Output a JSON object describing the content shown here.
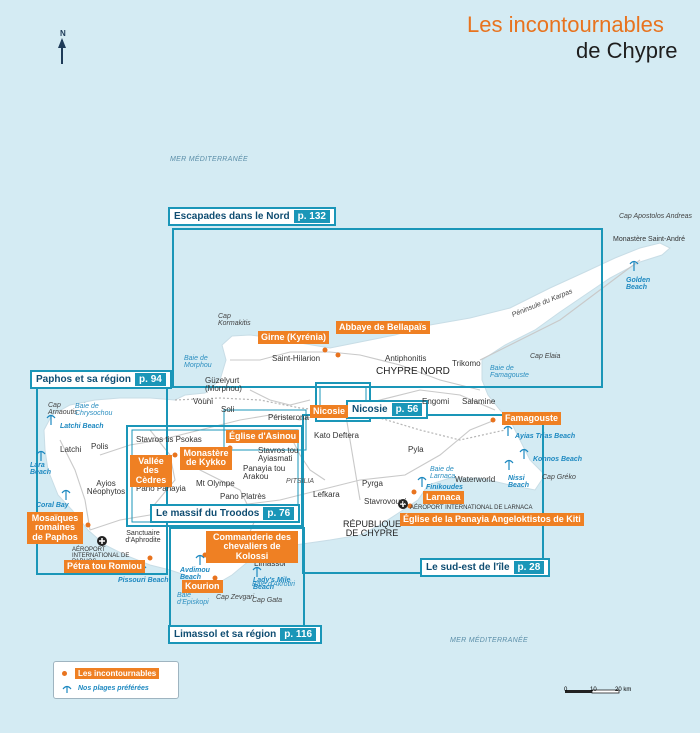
{
  "title": {
    "line1": "Les incontournables",
    "line2": "de Chypre"
  },
  "north": "N",
  "seas": [
    "MER MÉDITERRANÉE",
    "MER MÉDITERRANÉE"
  ],
  "regions": {
    "north": {
      "label": "Escapades dans le Nord",
      "page": "p. 132"
    },
    "paphos": {
      "label": "Paphos et sa région",
      "page": "p. 94"
    },
    "nicosia": {
      "label": "Nicosie",
      "page": "p. 56"
    },
    "troodos": {
      "label": "Le massif du Troodos",
      "page": "p. 76"
    },
    "southeast": {
      "label": "Le sud-est de l'île",
      "page": "p. 28"
    },
    "limassol": {
      "label": "Limassol et sa région",
      "page": "p. 116"
    }
  },
  "highlights": {
    "girne": "Girne (Kyrénia)",
    "bellapais": "Abbaye de Bellapaïs",
    "nicosie": "Nicosie",
    "famagouste": "Famagouste",
    "asinou": "Église d'Asinou",
    "cedres": "Vallée des Cèdres",
    "kykko": "Monastère de Kykko",
    "mosaiques": "Mosaïques romaines de Paphos",
    "petra": "Pétra tou Romiou",
    "kolossi": "Commanderie des chevaliers de Kolossi",
    "kourion": "Kourion",
    "larnaca": "Larnaca",
    "kiti": "Église de la Panayia Angeloktistos de Kiti"
  },
  "places": {
    "cap_apostolos": "Cap Apostolos Andreas",
    "monastere_saint_andre": "Monastère Saint-André",
    "karpas": "Péninsule du Karpas",
    "cap_elaia": "Cap Elaia",
    "baie_famagouste": "Baie de Famagouste",
    "trikomo": "Trikomo",
    "antiphonitis": "Antiphonitis",
    "chypre_nord": "CHYPRE NORD",
    "saint_hilarion": "Saint-Hilarion",
    "cap_kormakitis": "Cap Kormakitis",
    "baie_morphou": "Baie de Morphou",
    "guzelyurt": "Güzelyurt (Morphou)",
    "vouni": "Vouni",
    "soli": "Soli",
    "peristerona": "Péristerona",
    "engomi": "Engomi",
    "salamine": "Salamine",
    "kato_deftera": "Kato Deftera",
    "stavros_psokas": "Stavros tis Psokas",
    "stavros_agiasmati": "Stavros tou Ayiasmati",
    "panayia_arakou": "Panayia tou Arakou",
    "mont_olympe": "Mt Olympe",
    "pano_platres": "Pano Platrès",
    "pano_panayia": "Pano Panayia",
    "pitsilia": "PITSILIA",
    "pyla": "Pyla",
    "pyrga": "Pyrga",
    "lefkara": "Lefkara",
    "stavrovouni": "Stavrovouni",
    "waterworld": "Waterworld",
    "cap_greko": "Cap Gréko",
    "baie_larnaca": "Baie de Larnaca",
    "republique": "RÉPUBLIQUE DE CHYPRE",
    "airport_larnaca": "AÉROPORT INTERNATIONAL DE LARNACA",
    "cap_arnaoutis": "Cap Arnaoutis",
    "baie_chrysochou": "Baie de Chrysochou",
    "latchi": "Latchi",
    "polis": "Polis",
    "ayios_neophytos": "Ayios Néophytos",
    "airport_paphos": "AÉROPORT INTERNATIONAL DE PAPHOS",
    "sanctuaire_aphrodite": "Sanctuaire d'Aphrodite",
    "limassol": "Limassol",
    "baie_akrotiri": "Baie d'Akrotiri",
    "baie_episkopi": "Baie d'Episkopi",
    "cap_zevgari": "Cap Zevgari",
    "cap_gata": "Cap Gata"
  },
  "beaches": {
    "golden": "Golden Beach",
    "ayia_trias": "Ayias Trias Beach",
    "konnos": "Konnos Beach",
    "nissi": "Nissi Beach",
    "finikoudes": "Finikoudes",
    "latchi": "Latchi Beach",
    "lara": "Lara Beach",
    "coral_bay": "Coral Bay",
    "pissouri": "Pissouri Beach",
    "avdimou": "Avdimou Beach",
    "lady_mile": "Lady's Mile Beach"
  },
  "legend": {
    "highlights": "Les incontournables",
    "beaches": "Nos plages préférées"
  },
  "scale": {
    "ticks": [
      "0",
      "10",
      "20 km"
    ]
  },
  "colors": {
    "sea": "#d4ebf3",
    "land": "#ffffff",
    "frame": "#1a96b8",
    "highlight": "#ef8023",
    "beach": "#1c88c0"
  }
}
